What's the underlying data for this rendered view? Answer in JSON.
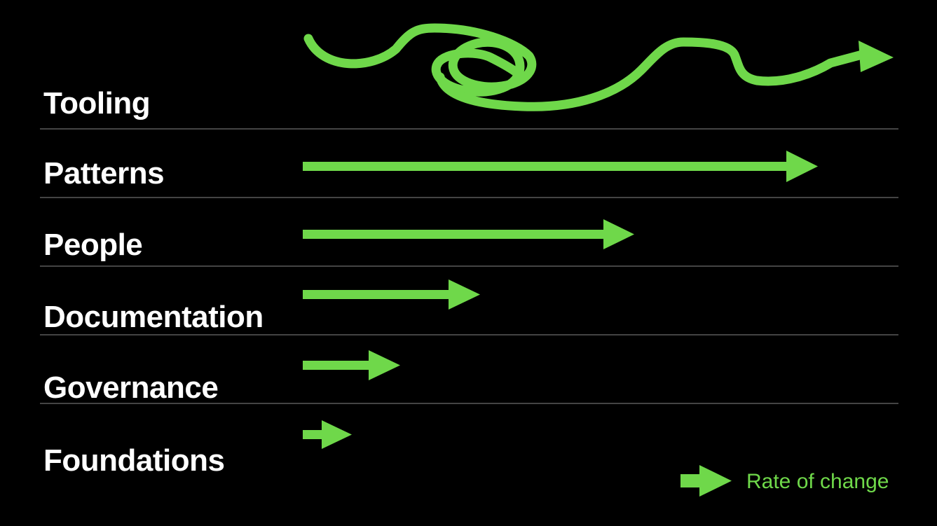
{
  "rows": [
    {
      "label": "Tooling",
      "arrow_style": "tangled",
      "rate_of_change": 1.0
    },
    {
      "label": "Patterns",
      "arrow_style": "straight",
      "rate_of_change": 0.87
    },
    {
      "label": "People",
      "arrow_style": "straight",
      "rate_of_change": 0.56
    },
    {
      "label": "Documentation",
      "arrow_style": "straight",
      "rate_of_change": 0.3
    },
    {
      "label": "Governance",
      "arrow_style": "straight",
      "rate_of_change": 0.16
    },
    {
      "label": "Foundations",
      "arrow_style": "straight",
      "rate_of_change": 0.08
    }
  ],
  "legend": {
    "label": "Rate of change",
    "icon": "arrow-right-icon"
  },
  "colors": {
    "background": "#000000",
    "accent": "#6fd84a",
    "text": "#ffffff",
    "divider": "#5a5a5a"
  }
}
